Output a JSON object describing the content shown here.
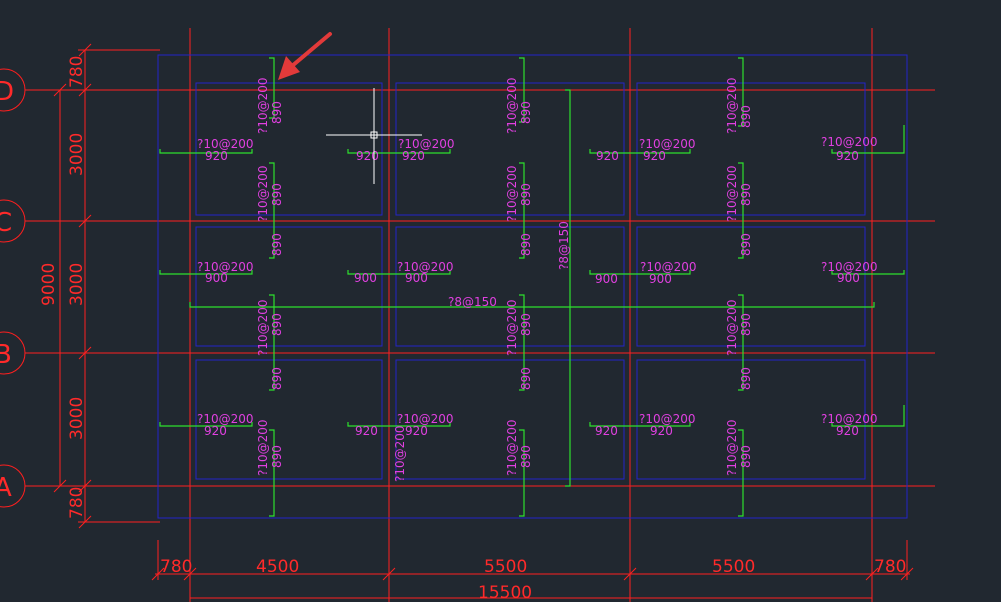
{
  "axes": {
    "horizontal": [
      "D",
      "C",
      "B",
      "A"
    ]
  },
  "dimensions": {
    "left_segments": [
      "780",
      "3000",
      "3000",
      "3000",
      "780"
    ],
    "left_total": "9000",
    "bottom_segments": [
      "780",
      "4500",
      "5500",
      "5500",
      "780"
    ],
    "bottom_total": "15500"
  },
  "rebar_labels": {
    "bar_spec": "?10@200",
    "long_bar_h": "?8@150",
    "long_bar_v": "?8@150",
    "len_920": "920",
    "len_900": "900",
    "len_890": "890"
  },
  "colors": {
    "background": "#212830",
    "grid": "#ff1f1f",
    "outline": "#2424c8",
    "rebar": "#2ee02e",
    "text": "#e040e0",
    "annotation_arrow": "#e23a3a"
  },
  "icons": {
    "cursor": "crosshair-cursor-icon",
    "annotation": "red-arrow-icon"
  }
}
